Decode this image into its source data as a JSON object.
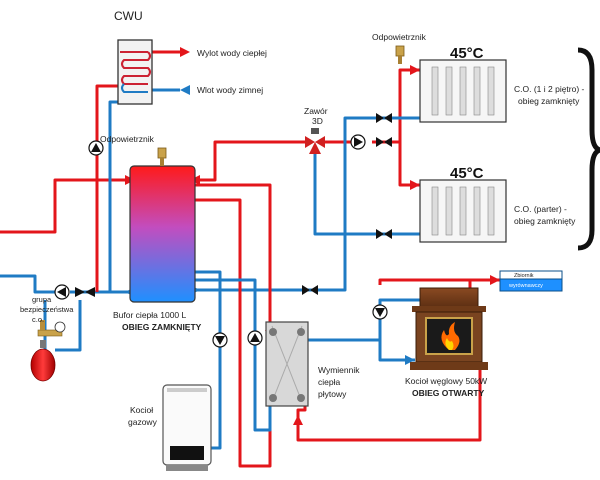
{
  "labels": {
    "cwu": "CWU",
    "wylot": "Wylot wody ciepłej",
    "wlot": "Wlot wody zimnej",
    "odpow_top": "Odpowietrznik",
    "odpow_buf": "Odpowietrznik",
    "zawor_1": "Zawór",
    "zawor_2": "3D",
    "co_top_1": "C.O. (1 i 2 piętro) -",
    "co_top_2": "obieg zamknięty",
    "co_bot_1": "C.O. (parter) -",
    "co_bot_2": "obieg zamknięty",
    "bufor_1": "Bufor ciepła 1000 L",
    "bufor_2": "OBIEG ZAMKNIĘTY",
    "grupa_1": "grupa",
    "grupa_2": "bezpieczeństwa",
    "grupa_3": "c.o.",
    "kociol_gaz_1": "Kocioł",
    "kociol_gaz_2": "gazowy",
    "wymiennik_1": "Wymiennik",
    "wymiennik_2": "ciepła",
    "wymiennik_3": "płytowy",
    "kociol_weg_1": "Kocioł węglowy 50kW",
    "kociol_weg_2": "OBIEG OTWARTY",
    "zbiornik_1": "Zbiornik",
    "zbiornik_2": "wyrównawczy"
  },
  "temperatures": {
    "top": "45°C",
    "bottom": "45°C"
  },
  "colors": {
    "hot": "#e3161b",
    "cold": "#1f7bc4",
    "buffer_top": "#ff1a1a",
    "buffer_bottom": "#1e90ff"
  }
}
